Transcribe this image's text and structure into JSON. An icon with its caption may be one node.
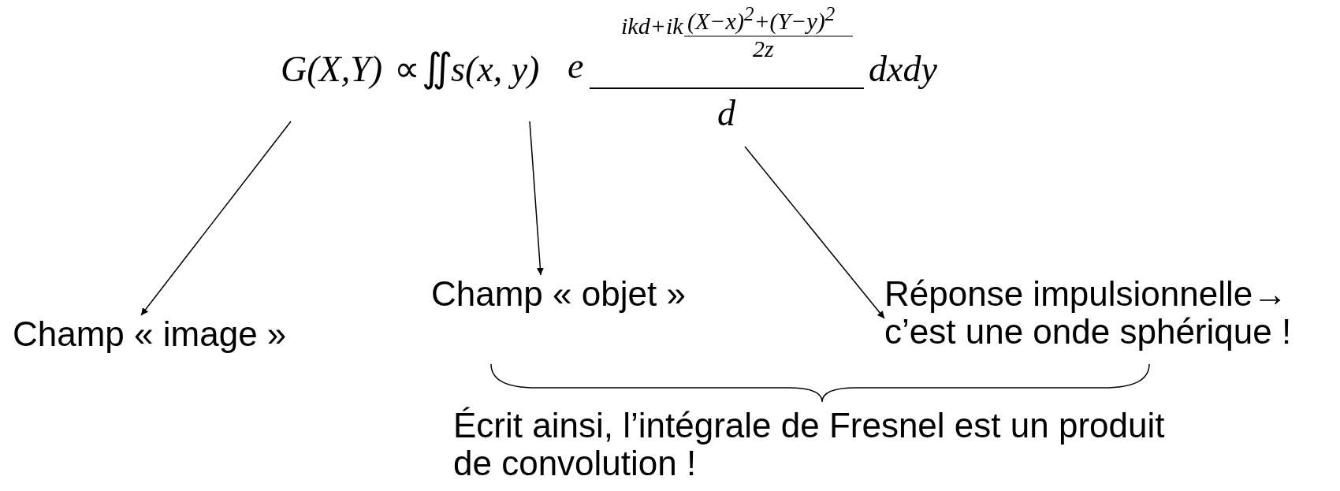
{
  "diagram": {
    "nodes": [
      {
        "text": [
          "G(X,Y)"
        ]
      },
      {
        "text": [
          "s(x, y)"
        ]
      },
      {
        "text": [
          "d"
        ]
      },
      {
        "text": [
          "Champ « image »"
        ]
      },
      {
        "text": [
          "Champ « objet »"
        ]
      },
      {
        "text": [
          "Réponse impulsionnelle→ c’est une onde sphérique !"
        ]
      }
    ],
    "edges": [
      {
        "from": 0,
        "to": 3,
        "arrow": "to"
      },
      {
        "from": 1,
        "to": 4,
        "arrow": "to"
      },
      {
        "from": 2,
        "to": 5,
        "arrow": "to"
      }
    ],
    "labels": [
      "∝",
      "∬",
      "e",
      "ikd+ik",
      "(X−x)$^{2}$+(Y−y)$^{2}$",
      "2z",
      "dxdy",
      "Écrit ainsi, l’intégrale de Fresnel est un produit de convolution !"
    ]
  }
}
